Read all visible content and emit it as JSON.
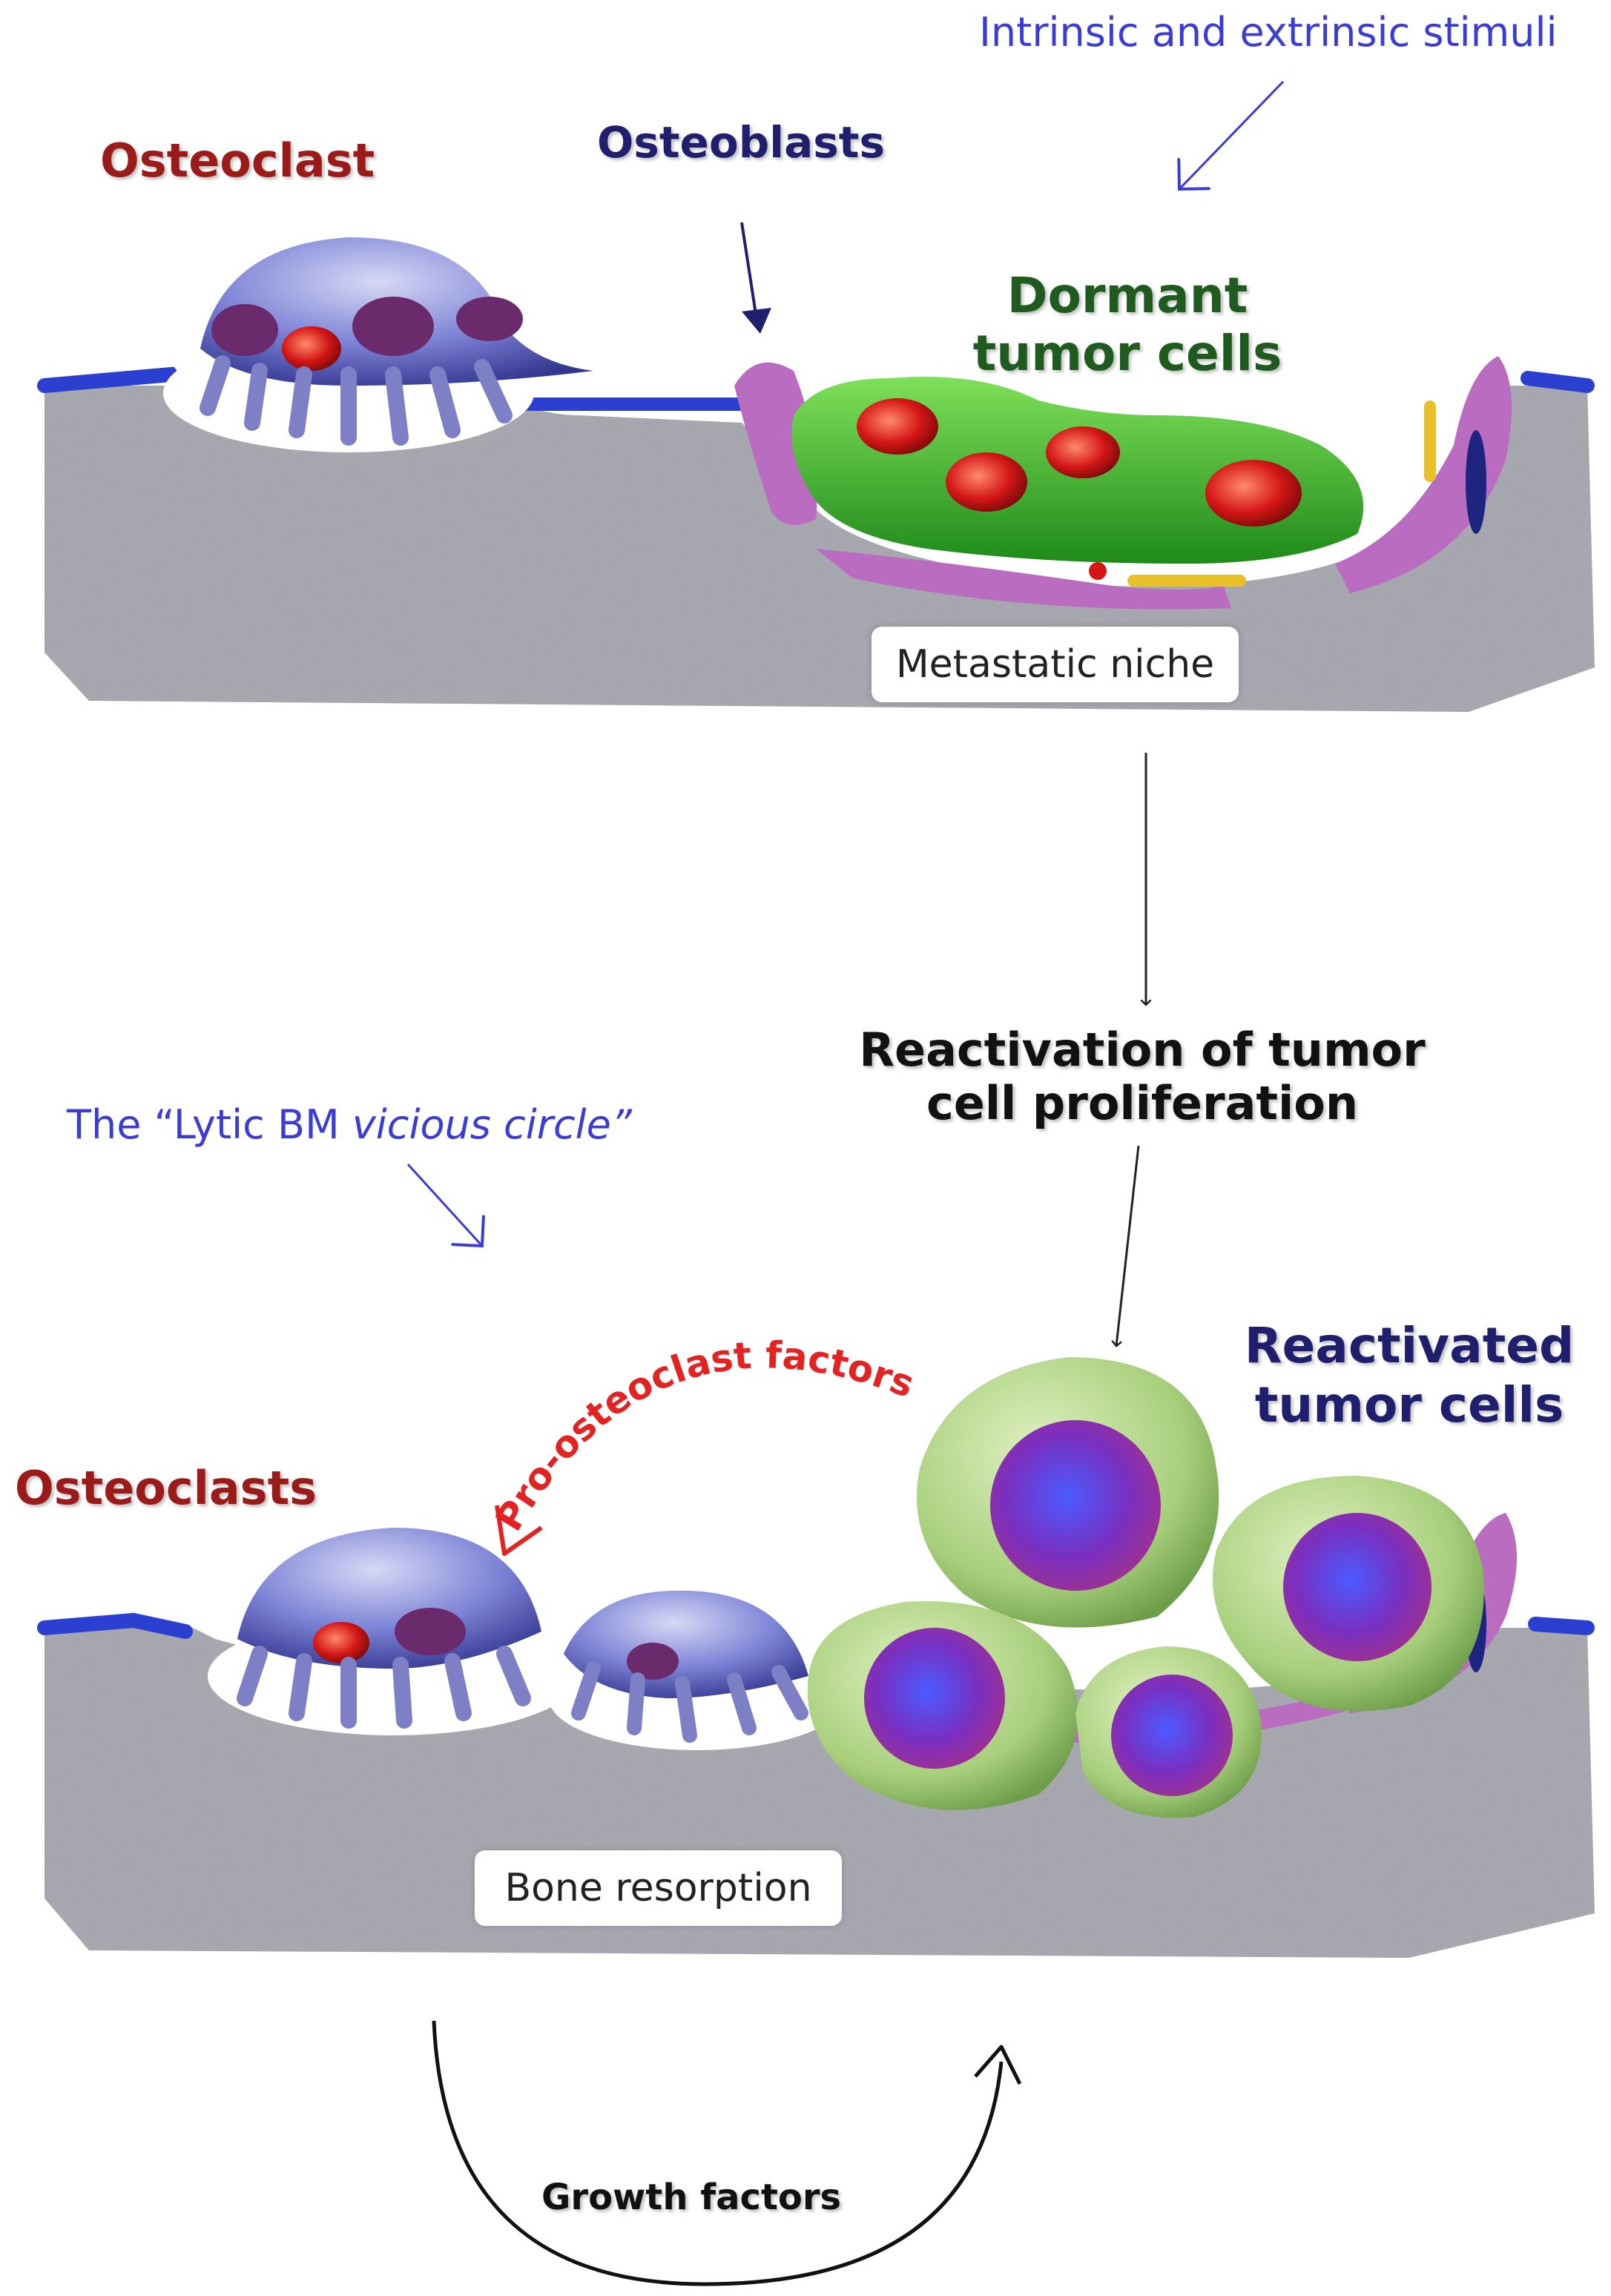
{
  "labels": {
    "stimuli": "Intrinsic  and extrinsic stimuli",
    "osteoclast_top": "Osteoclast",
    "osteoblasts": "Osteoblasts",
    "dormant_line1": "Dormant",
    "dormant_line2": "tumor cells",
    "metastatic_niche": "Metastatic niche",
    "reactivation_line1": "Reactivation of tumor",
    "reactivation_line2": "cell proliferation",
    "lytic_prefix": "The  “Lytic BM ",
    "lytic_italic": "vicious circle”",
    "reactivated_line1": "Reactivated",
    "reactivated_line2": "tumor cells",
    "pro_osteoclast": "Pro-osteoclast factors",
    "osteoclasts_bottom": "Osteoclasts",
    "bone_resorption": "Bone resorption",
    "growth_factors": "Growth factors"
  },
  "colors": {
    "osteoclast_label": "#9b1b1b",
    "osteoblast_label": "#1f1f6e",
    "dormant_label": "#1f5a1f",
    "stimuli_label": "#3b3bd6",
    "pro_osteoclast_label": "#e32222",
    "bone": "#a9a9b1",
    "osteoclast_cell": "#4a4fb8",
    "dormant_cell": "#3fae2a",
    "reactivated_cell": "#a7cf7b",
    "nucleus": "#7a2fc0",
    "osteoblast_cell": "#b96cc0"
  }
}
